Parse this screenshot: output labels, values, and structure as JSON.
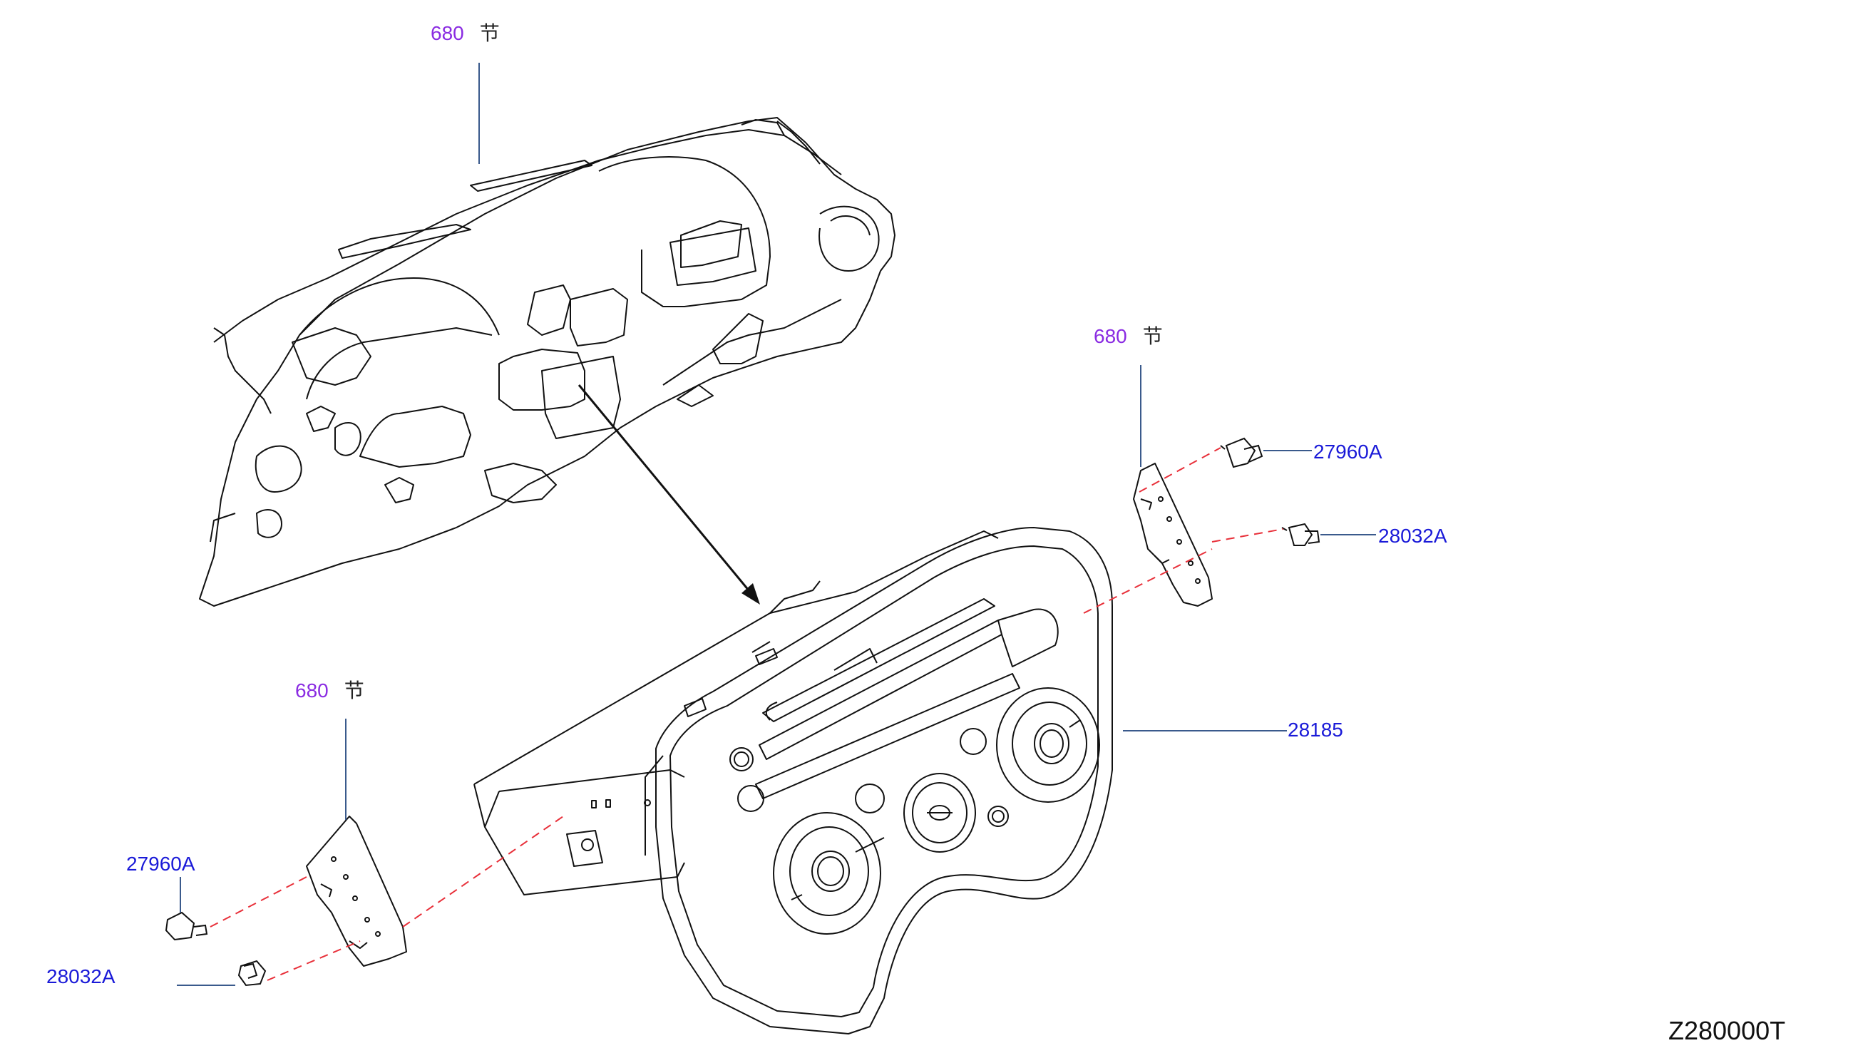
{
  "diagram": {
    "id": "Z280000T",
    "section_refs": [
      {
        "number": "680",
        "symbol": "节"
      },
      {
        "number": "680",
        "symbol": "节"
      },
      {
        "number": "680",
        "symbol": "节"
      }
    ],
    "parts": [
      {
        "number": "27960A"
      },
      {
        "number": "28032A"
      },
      {
        "number": "28185"
      },
      {
        "number": "27960A"
      },
      {
        "number": "28032A"
      }
    ]
  },
  "colors": {
    "part_label": "#1a1ad8",
    "section_number": "#8a2be2",
    "leader_line": "#3a5a8c",
    "dashed_line": "#e8303a",
    "drawing": "#111111"
  }
}
